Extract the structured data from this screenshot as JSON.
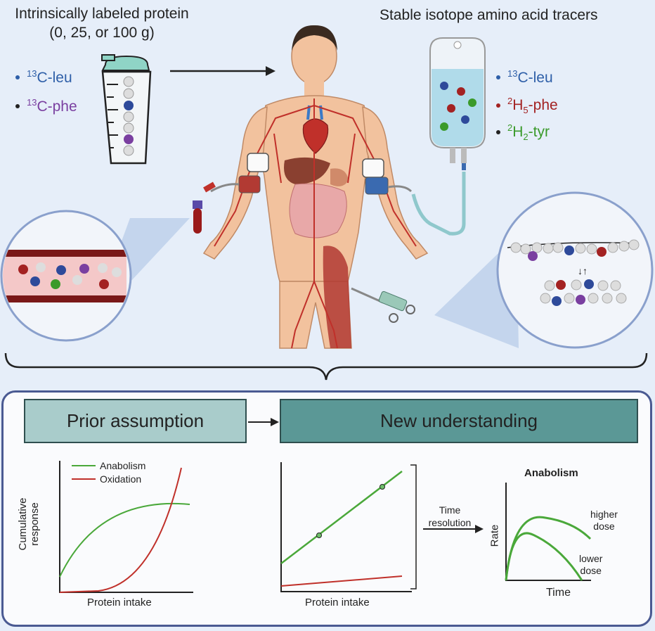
{
  "top_left": {
    "title_line1": "Intrinsically labeled protein",
    "title_line2": "(0, 25, or 100 g)",
    "tracers": [
      {
        "sup": "13",
        "base": "C-leu",
        "color": "#2e5fa8"
      },
      {
        "sup": "13",
        "base": "C-phe",
        "color": "#7a3fa0"
      }
    ]
  },
  "top_right": {
    "title": "Stable isotope amino acid tracers",
    "tracers": [
      {
        "sup": "13",
        "base": "C-leu",
        "sub": "",
        "suffix": "",
        "color": "#2e5fa8"
      },
      {
        "sup": "2",
        "base": "H",
        "sub": "5",
        "suffix": "-phe",
        "color": "#a32222"
      },
      {
        "sup": "2",
        "base": "H",
        "sub": "2",
        "suffix": "-tyr",
        "color": "#3a9a2a"
      }
    ]
  },
  "bottom": {
    "prior_label": "Prior assumption",
    "new_label": "New understanding",
    "chart1": {
      "legend_anabolism": "Anabolism",
      "legend_oxidation": "Oxidation",
      "ylabel_line1": "Cumulative",
      "ylabel_line2": "response",
      "xlabel": "Protein intake"
    },
    "chart2": {
      "xlabel": "Protein intake"
    },
    "arrow_label_line1": "Time",
    "arrow_label_line2": "resolution",
    "chart3": {
      "title": "Anabolism",
      "ylabel": "Rate",
      "xlabel": "Time",
      "higher_line1": "higher",
      "higher_line2": "dose",
      "lower_line1": "lower",
      "lower_line2": "dose"
    }
  },
  "colors": {
    "anabolism": "#4aa83a",
    "oxidation": "#c0302a",
    "prior_box": "#a9cccb",
    "new_box": "#5b9896",
    "panel_border": "#4a5a92"
  }
}
